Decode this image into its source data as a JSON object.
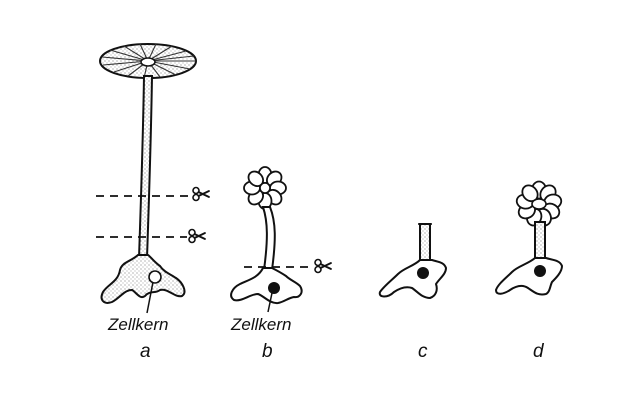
{
  "figures": [
    {
      "id": "a",
      "label": "a",
      "nucleus_label": "Zellkern"
    },
    {
      "id": "b",
      "label": "b",
      "nucleus_label": "Zellkern"
    },
    {
      "id": "c",
      "label": "c"
    },
    {
      "id": "d",
      "label": "d"
    }
  ],
  "icons": {
    "cut": "scissors-icon"
  },
  "colors": {
    "ink": "#111111",
    "paper": "#ffffff",
    "stipple": "#555555"
  }
}
